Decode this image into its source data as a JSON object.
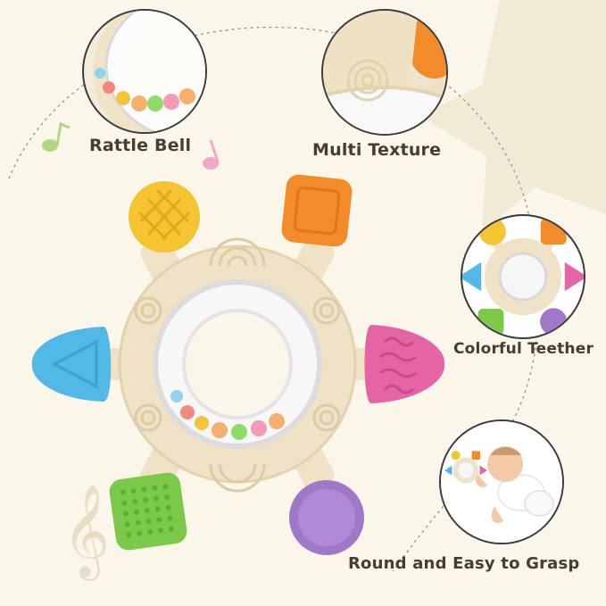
{
  "features": {
    "rattle_bell": "Rattle Bell",
    "multi_texture": "Multi Texture",
    "colorful_teether": "Colorful Teether",
    "round_grasp": "Round and Easy to Grasp"
  },
  "colors": {
    "background": "#fbf6ea",
    "ring": "#efe2c6",
    "yellow": "#f5c431",
    "orange": "#f28b2a",
    "blue": "#52b9e6",
    "pink": "#e464a6",
    "green": "#7cc94a",
    "purple": "#a078c8",
    "text": "#4a3b31"
  }
}
